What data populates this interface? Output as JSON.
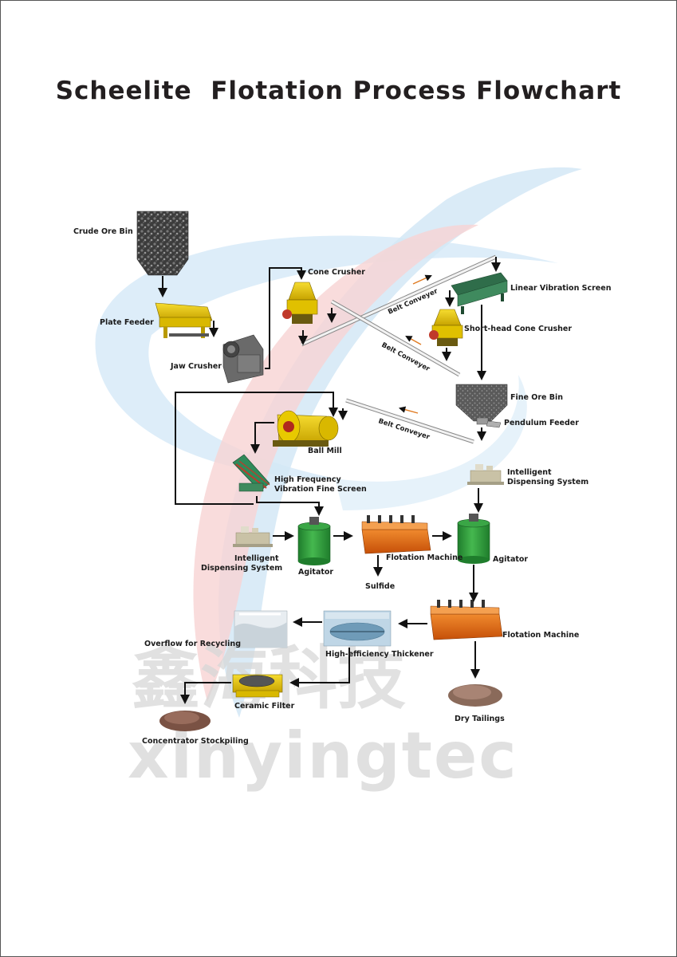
{
  "title": "Scheelite  Flotation Process Flowchart",
  "labels": {
    "crude_ore_bin": "Crude Ore Bin",
    "plate_feeder": "Plate Feeder",
    "jaw_crusher": "Jaw Crusher",
    "cone_crusher": "Cone Crusher",
    "linear_vibration_screen": "Linear Vibration  Screen",
    "short_head_cone_crusher": "Short-head  Cone Crusher",
    "fine_ore_bin": "Fine Ore Bin",
    "pendulum_feeder": "Pendulum Feeder",
    "belt_conveyer_1": "Belt Conveyer",
    "belt_conveyer_2": "Belt Conveyer",
    "belt_conveyer_3": "Belt Conveyer",
    "ball_mill": "Ball Mill",
    "hf_screen_line1": "High Frequency",
    "hf_screen_line2": "Vibration Fine Screen",
    "ids_right_line1": "Intelligent",
    "ids_right_line2": "Dispensing System",
    "ids_left_line1": "Intelligent",
    "ids_left_line2": "Dispensing System",
    "agitator_left": "Agitator",
    "agitator_right": "Agitator",
    "flotation_machine_1": "Flotation Machine",
    "flotation_machine_2": "Flotation Machine",
    "sulfide": "Sulfide",
    "overflow_for_recycling": "Overflow for Recycling",
    "high_efficiency_thickener": "High-efficiency Thickener",
    "ceramic_filter": "Ceramic Filter",
    "dry_tailings": "Dry Tailings",
    "concentrator_stockpiling": "Concentrator  Stockpiling"
  },
  "watermark": {
    "chinese": "鑫海科技",
    "latin": "xinyingtec"
  },
  "colors": {
    "arrow": "#111111",
    "machine_yellow": "#e8c200",
    "machine_orange": "#e46a16",
    "machine_green": "#2a9a3a",
    "ore_gray": "#4a4a4a",
    "watermark_blue": "#cfe6f5",
    "watermark_red": "#f6d0d0"
  }
}
